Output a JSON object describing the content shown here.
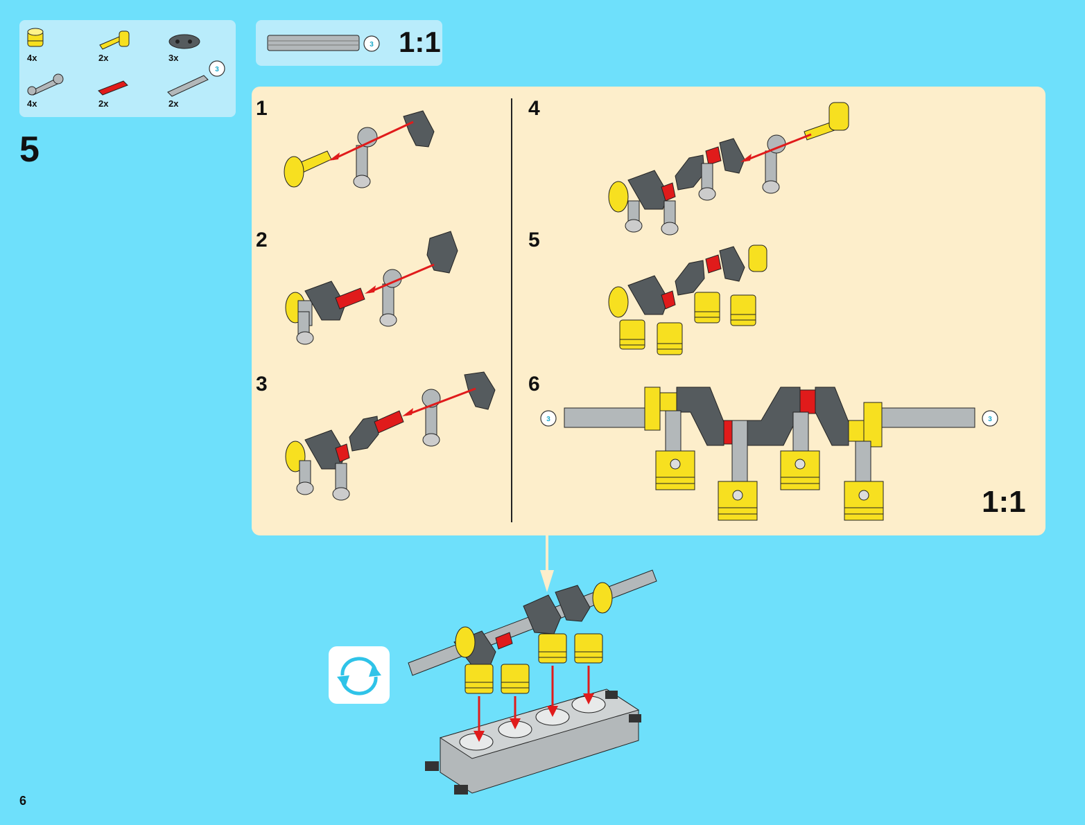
{
  "page": {
    "number": "6",
    "step": "5"
  },
  "parts_list": [
    {
      "name": "yellow-piston",
      "qty": "4x"
    },
    {
      "name": "yellow-pin",
      "qty": "2x"
    },
    {
      "name": "dark-gray-crank",
      "qty": "3x"
    },
    {
      "name": "gray-connecting-rod",
      "qty": "4x"
    },
    {
      "name": "red-axle-short",
      "qty": "2x"
    },
    {
      "name": "gray-axle-long",
      "qty": "2x",
      "size_callout": "3"
    }
  ],
  "axle_callout": {
    "size": "3",
    "scale": "1:1"
  },
  "substeps": [
    {
      "number": "1"
    },
    {
      "number": "2"
    },
    {
      "number": "3"
    },
    {
      "number": "4"
    },
    {
      "number": "5"
    },
    {
      "number": "6"
    }
  ],
  "substep6": {
    "left_callout": "3",
    "right_callout": "3",
    "scale": "1:1"
  },
  "colors": {
    "background": "#6ee0fb",
    "panel": "#fdeecb",
    "arrow": "#e01b1b",
    "yellow": "#f7e020",
    "dark": "#555b5e",
    "light_gray": "#b3b8ba"
  },
  "icons": {
    "rotate": "rotate-model-icon"
  }
}
